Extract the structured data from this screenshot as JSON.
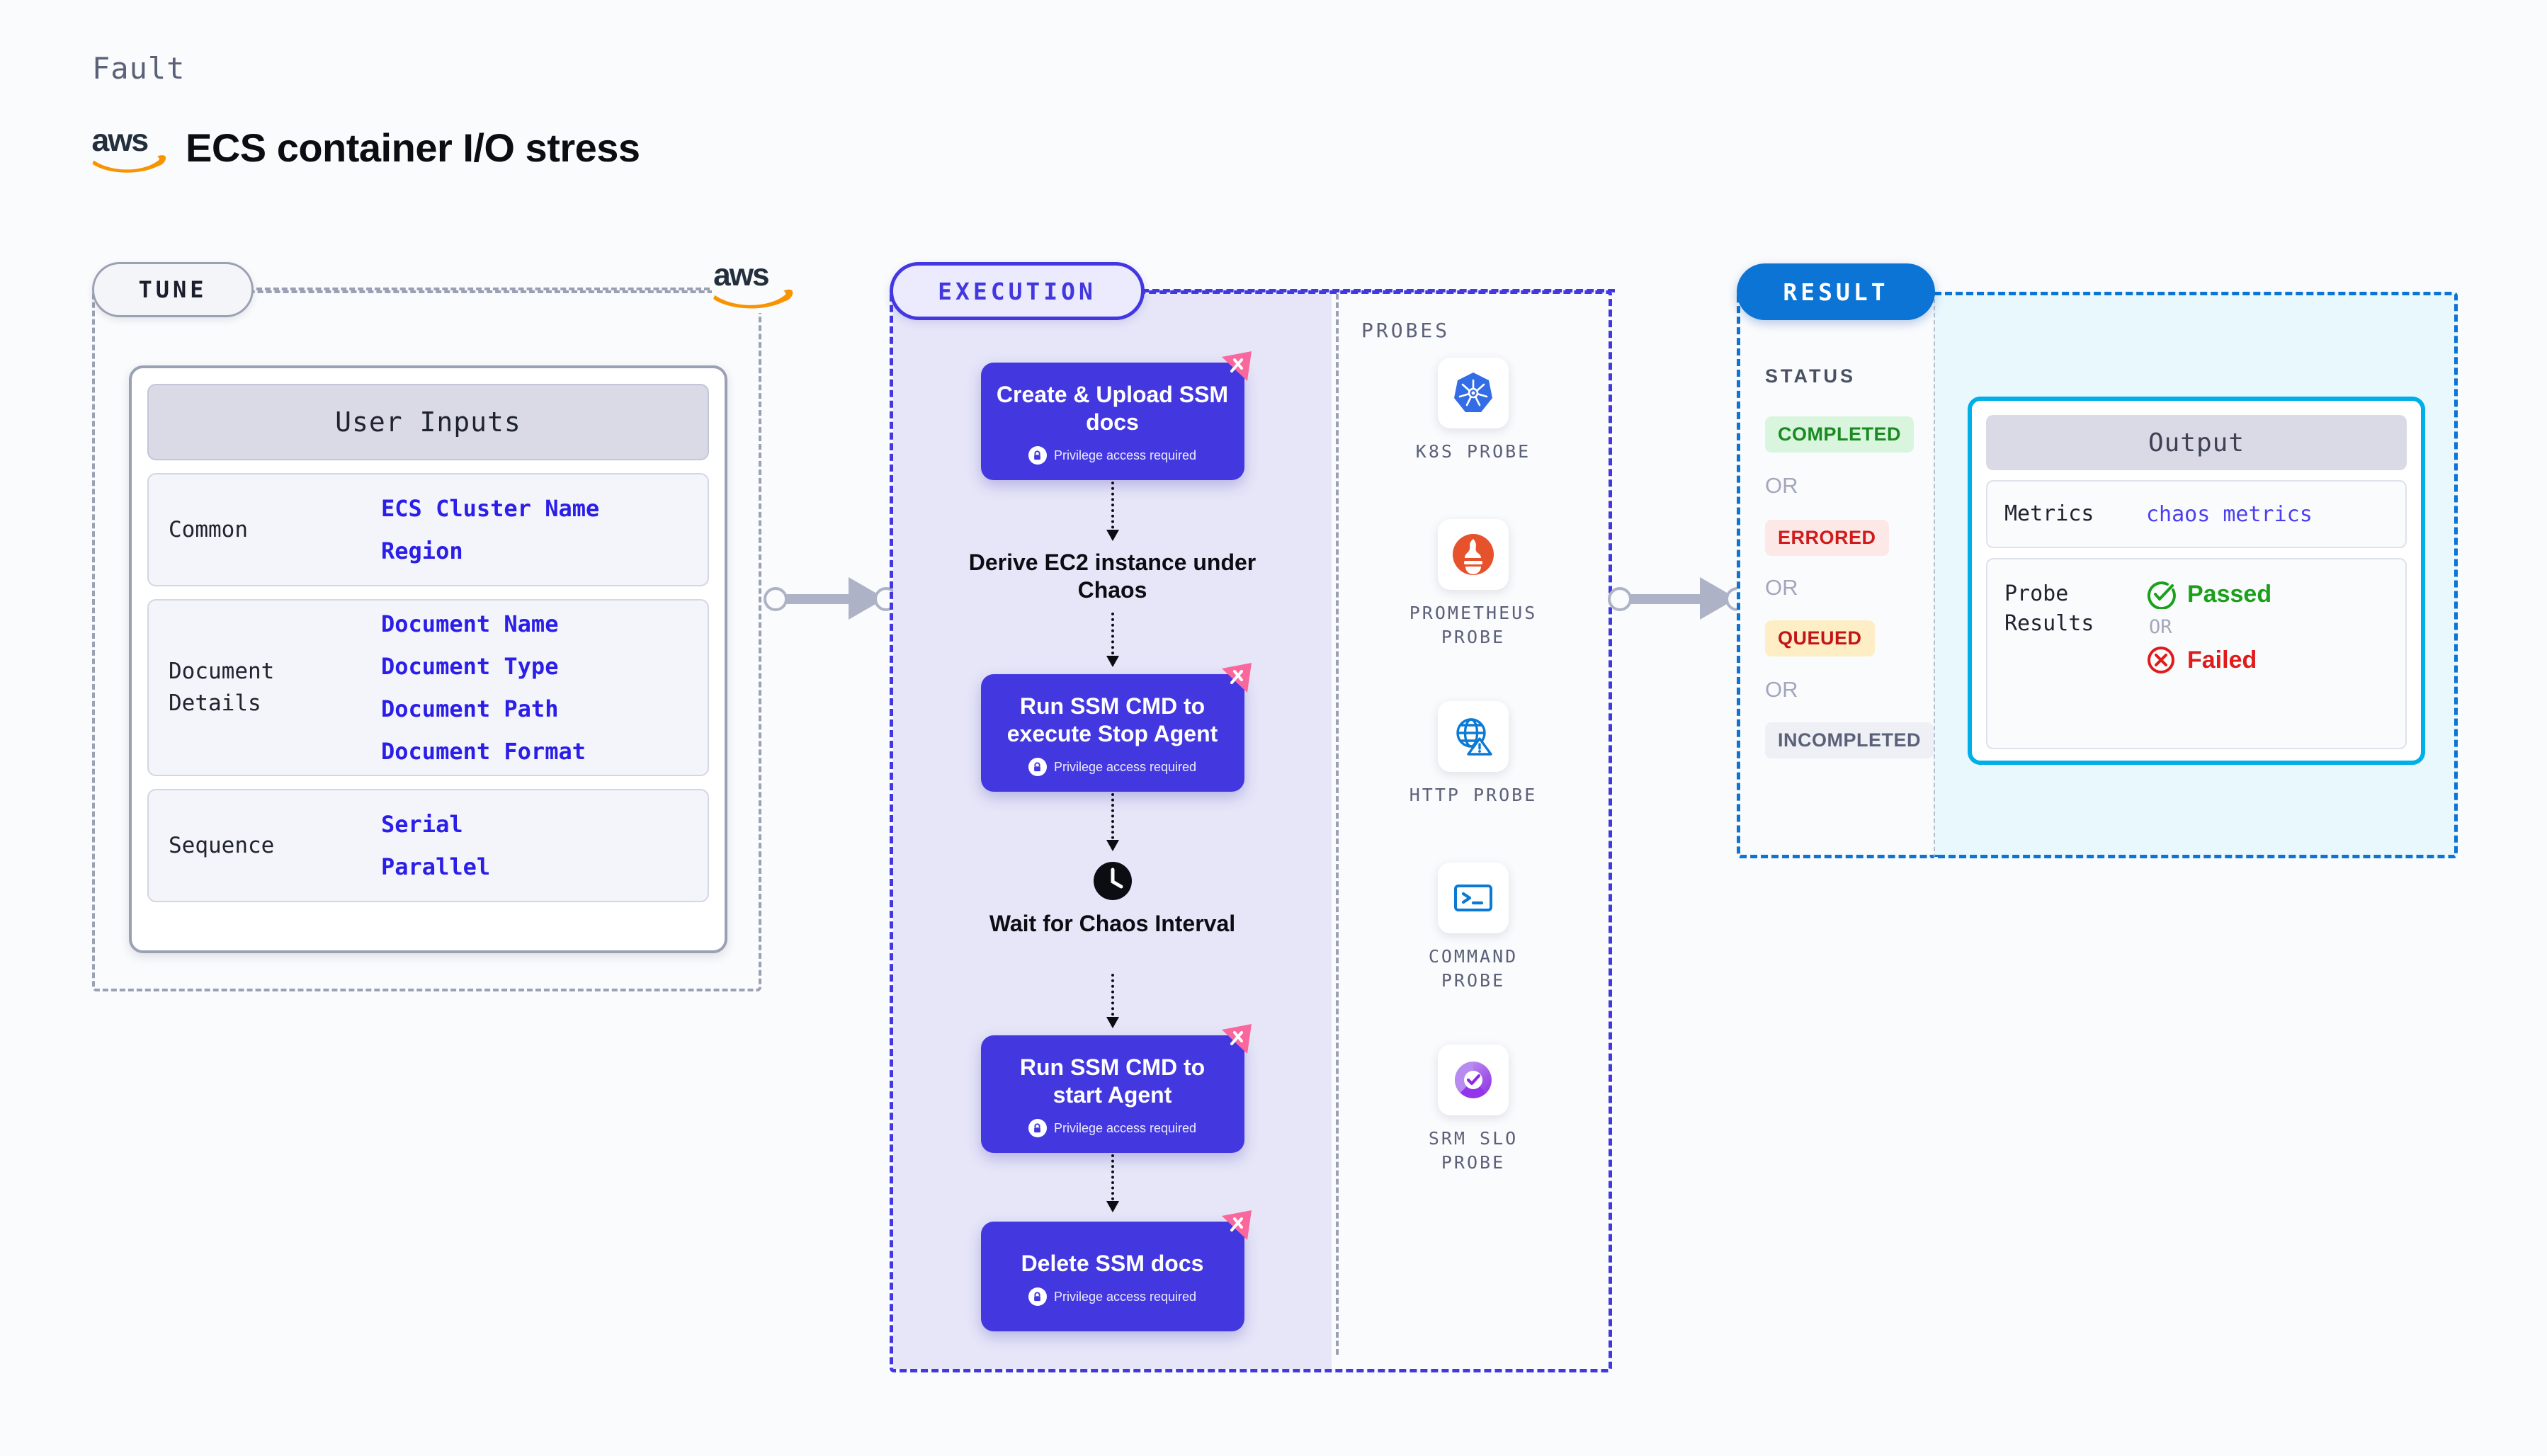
{
  "header": {
    "eyebrow": "Fault",
    "provider_logo": "aws-logo",
    "title": "ECS container I/O stress"
  },
  "tune": {
    "pill_label": "TUNE",
    "card_title": "User Inputs",
    "rows": [
      {
        "label": "Common",
        "values": [
          "ECS Cluster Name",
          "Region"
        ]
      },
      {
        "label": "Document\nDetails",
        "values": [
          "Document Name",
          "Document Type",
          "Document Path",
          "Document Format"
        ]
      },
      {
        "label": "Sequence",
        "values": [
          "Serial",
          "Parallel"
        ]
      }
    ]
  },
  "execution": {
    "pill_label": "EXECUTION",
    "privilege_note": "Privilege access required",
    "steps": [
      {
        "type": "action",
        "title": "Create & Upload SSM docs",
        "privileged": true,
        "badge": "chaos-ribbon"
      },
      {
        "type": "plain",
        "title": "Derive EC2 instance under Chaos"
      },
      {
        "type": "action",
        "title": "Run SSM CMD to execute Stop Agent",
        "privileged": true,
        "badge": "chaos-ribbon"
      },
      {
        "type": "wait",
        "title": "Wait for Chaos Interval",
        "icon": "clock-icon"
      },
      {
        "type": "action",
        "title": "Run SSM CMD to start Agent",
        "privileged": true,
        "badge": "chaos-ribbon"
      },
      {
        "type": "action",
        "title": "Delete SSM docs",
        "privileged": true,
        "badge": "chaos-ribbon"
      }
    ],
    "probes_label": "PROBES",
    "probes": [
      {
        "icon": "kubernetes-icon",
        "label": "K8S PROBE"
      },
      {
        "icon": "prometheus-icon",
        "label": "PROMETHEUS PROBE"
      },
      {
        "icon": "http-globe-icon",
        "label": "HTTP PROBE"
      },
      {
        "icon": "terminal-icon",
        "label": "COMMAND PROBE"
      },
      {
        "icon": "srm-slo-icon",
        "label": "SRM SLO PROBE"
      }
    ]
  },
  "result": {
    "pill_label": "RESULT",
    "status_label": "STATUS",
    "or_label": "OR",
    "statuses": [
      {
        "label": "COMPLETED",
        "bg": "#d9f5dd",
        "fg": "#1a8a22"
      },
      {
        "label": "ERRORED",
        "bg": "#fde8e8",
        "fg": "#d01b1b"
      },
      {
        "label": "QUEUED",
        "bg": "#fdeec6",
        "fg": "#c21616"
      },
      {
        "label": "INCOMPLETED",
        "bg": "#eef0f5",
        "fg": "#5b6178"
      }
    ],
    "output": {
      "title": "Output",
      "metrics_label": "Metrics",
      "metrics_value": "chaos metrics",
      "probe_results_label": "Probe\nResults",
      "passed_label": "Passed",
      "failed_label": "Failed",
      "or_label": "OR"
    }
  },
  "colors": {
    "primary": "#4338e0",
    "result_blue": "#0b74d4",
    "output_cyan": "#00aee8",
    "chaos_pink": "#f9679d",
    "aws_orange": "#f79400",
    "aws_dark": "#242f3e"
  }
}
